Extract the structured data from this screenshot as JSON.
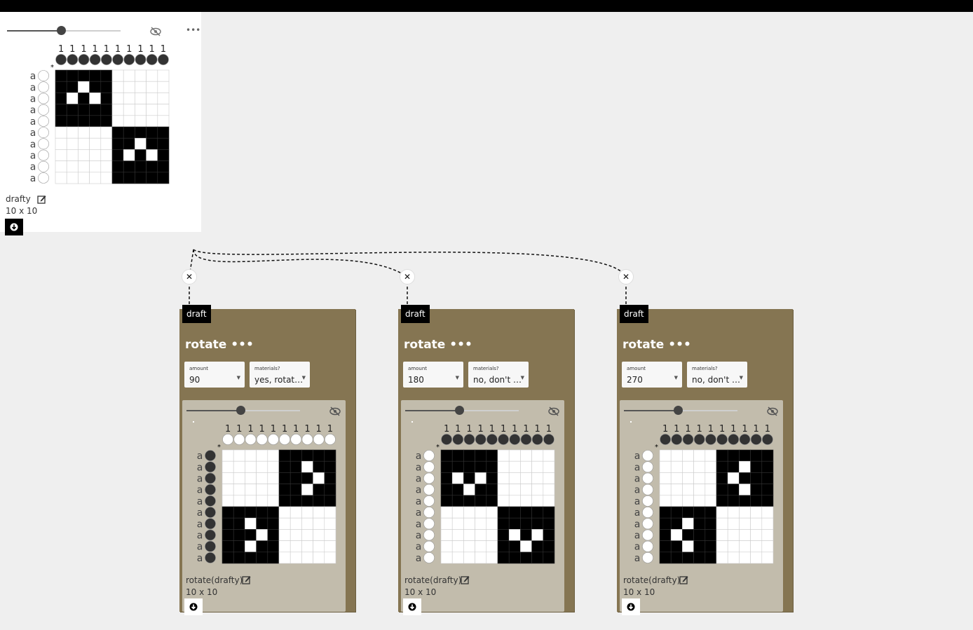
{
  "source": {
    "name": "drafty",
    "dims": "10 x 10",
    "warp_numbers": [
      "1",
      "1",
      "1",
      "1",
      "1",
      "1",
      "1",
      "1",
      "1",
      "1"
    ],
    "weft_letters": [
      "a",
      "a",
      "a",
      "a",
      "a",
      "a",
      "a",
      "a",
      "a",
      "a"
    ]
  },
  "operations": [
    {
      "tab": "draft",
      "title": "rotate •••",
      "amount_label": "amount",
      "amount_value": "90",
      "materials_label": "materials?",
      "materials_value": "yes, rotat…",
      "result_name": "rotate(drafty)",
      "result_dims": "10 x 10"
    },
    {
      "tab": "draft",
      "title": "rotate •••",
      "amount_label": "amount",
      "amount_value": "180",
      "materials_label": "materials?",
      "materials_value": "no, don't …",
      "result_name": "rotate(drafty)",
      "result_dims": "10 x 10"
    },
    {
      "tab": "draft",
      "title": "rotate •••",
      "amount_label": "amount",
      "amount_value": "270",
      "materials_label": "materials?",
      "materials_value": "no, don't …",
      "result_name": "rotate(drafty)",
      "result_dims": "10 x 10"
    }
  ],
  "colors": {
    "op_card": "#857552",
    "op_inner": "#c2bcac",
    "background": "#efefef"
  },
  "icons": [
    "eye-off-icon",
    "more-icon",
    "edit-icon",
    "download-icon",
    "close-icon"
  ]
}
